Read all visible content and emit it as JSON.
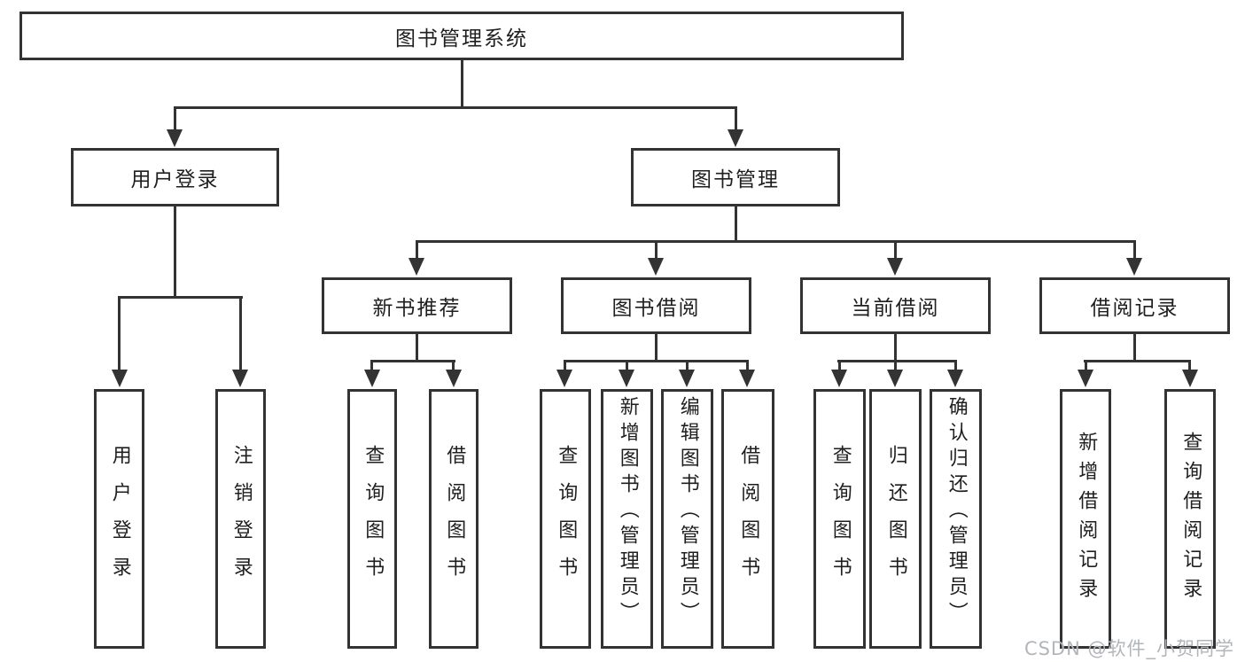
{
  "diagram": {
    "root": "图书管理系统",
    "level2": {
      "login": "用户登录",
      "manage": "图书管理"
    },
    "level3": {
      "recommend": "新书推荐",
      "borrow": "图书借阅",
      "current": "当前借阅",
      "records": "借阅记录"
    },
    "leaves": {
      "login_user": "用户登录",
      "login_logout": "注销登录",
      "rec_query": "查询图书",
      "rec_borrow": "借阅图书",
      "bor_query": "查询图书",
      "bor_add": "新增图书（管理员）",
      "bor_edit": "编辑图书（管理员）",
      "bor_borrow": "借阅图书",
      "cur_query": "查询图书",
      "cur_return": "归还图书",
      "cur_confirm": "确认归还（管理员）",
      "recd_add": "新增借阅记录",
      "recd_query": "查询借阅记录"
    }
  },
  "watermark": {
    "text": "CSDN @软件_小贺同学"
  },
  "colors": {
    "line": "#333333",
    "text": "#1f1f1f",
    "watermark": "#b2b6ba",
    "background": "#ffffff"
  }
}
